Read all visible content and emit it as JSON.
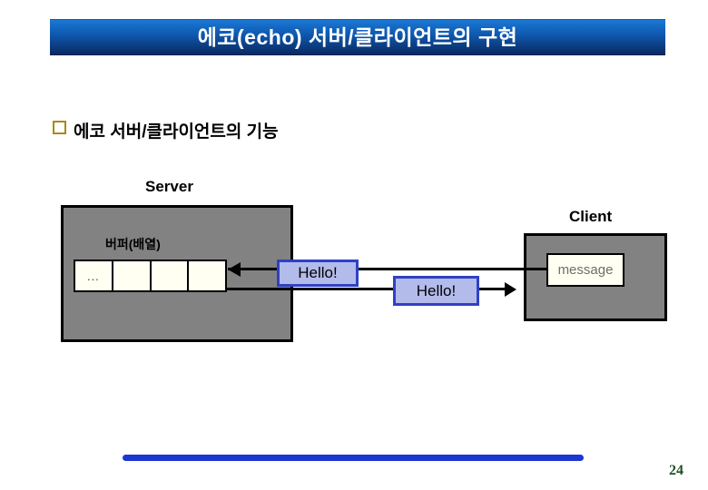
{
  "slide": {
    "title": "에코(echo) 서버/클라이언트의 구현",
    "bullet": "에코 서버/클라이언트의 기능",
    "page_number": "24"
  },
  "diagram": {
    "server": {
      "label": "Server",
      "buffer_label": "버퍼(배열)",
      "buffer_cells": [
        "...",
        "",
        "",
        ""
      ]
    },
    "client": {
      "label": "Client",
      "message_label": "message"
    },
    "messages": {
      "request": "Hello!",
      "response": "Hello!"
    }
  },
  "colors": {
    "banner_top": "#1b78d4",
    "banner_bottom": "#092a61",
    "box_gray": "#828282",
    "cell_ivory": "#fffff2",
    "hello_fill": "#b3bbeb",
    "hello_border": "#2f41c4",
    "bullet_gold": "#a8891c",
    "accent_bar_blue": "#1e36d2",
    "page_number_green": "#1d5128"
  }
}
